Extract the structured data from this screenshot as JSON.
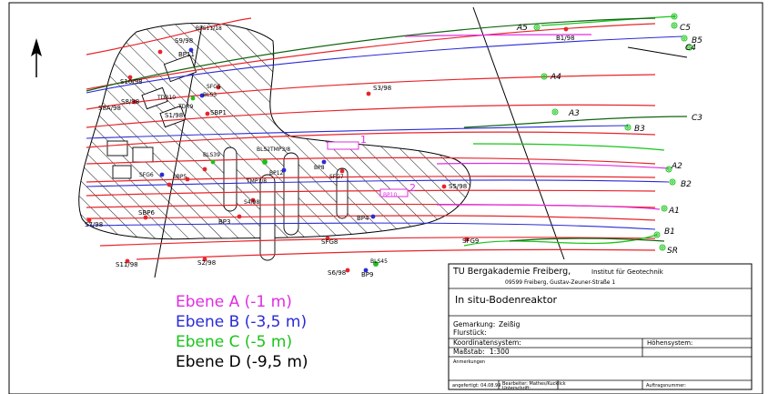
{
  "colors": {
    "red": "#e8242a",
    "blue": "#2a2ad8",
    "green": "#19c419",
    "magenta": "#e22ce2",
    "black": "#000000",
    "darkgreen": "#106410"
  },
  "north_arrow_icon": "north-arrow-icon",
  "labels": {
    "s9": "S9/98",
    "bps11": "BPS11/18",
    "bp11": "BP11",
    "s10": "S10/98",
    "tdr10": "TDR10",
    "tdr9": "TDR9",
    "sfg5": "SFG5",
    "bls3": "BLS3",
    "s8": "S8/98",
    "s8a": "S8A/98",
    "s1": "S1/98",
    "sbp1": "SBP1",
    "s3": "S3/98",
    "b1_98": "B1/98",
    "bls2": "BLS2",
    "tmp3": "TMP3/8",
    "bp8": "BP8",
    "sfg7": "SFG7",
    "bls39": "BLS39",
    "bp12": "BP12",
    "tmp1": "TMP1/8",
    "sfg6": "SFG6",
    "sbp5": "SBP5",
    "s4": "S4/98",
    "s5": "S5/98",
    "sbp6": "SBP6",
    "bp3": "BP3",
    "bp4": "BP4",
    "s7": "S7/98",
    "sfg8": "SFG8",
    "sfg9": "SFG9",
    "s11": "S11/98",
    "s2": "S2/98",
    "s6": "S6/98",
    "bp9": "BP9",
    "bls45": "BLS45",
    "bp10": "BP10",
    "zone1": "1",
    "zone2": "2",
    "a5": "A5",
    "c5": "C5",
    "b5": "B5",
    "c4": "C4",
    "a4": "A4",
    "a3": "A3",
    "c3": "C3",
    "b3": "B3",
    "a2": "A2",
    "b2": "B2",
    "a1": "A1",
    "b1": "B1",
    "sr": "SR"
  },
  "legend": {
    "a": "Ebene A (-1 m)",
    "b": "Ebene B (-3,5 m)",
    "c": "Ebene C (-5 m)",
    "d": "Ebene D (-9,5 m)"
  },
  "title_block": {
    "institution": "TU Bergakademie Freiberg,",
    "institute": "Institut für Geotechnik",
    "address": "09599 Freiberg, Gustav-Zeuner-Straße 1",
    "project": "In situ-Bodenreaktor",
    "gemarkung_label": "Gemarkung:",
    "gemarkung_value": "Zeißig",
    "flurstueck_label": "Flurstück:",
    "koord_label": "Koordinatensystem:",
    "hoehen_label": "Höhensystem:",
    "massstab_label": "Maßstab:",
    "massstab_value": "1:300",
    "anmerkungen_label": "Anmerkungen",
    "angefertigt": "angefertigt: 04.08.99",
    "bearbeiter": "Bearbeiter: Mathes/Kucklick",
    "unterschrift": "Unterschrift:",
    "auftrag": "Auftragsnummer:"
  }
}
